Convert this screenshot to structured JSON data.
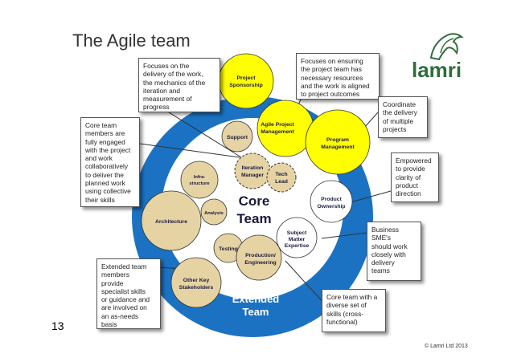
{
  "title": "The Agile team",
  "slide_number": "13",
  "copyright": "© Lamri Ltd 2013",
  "logo": {
    "text": "lamri",
    "icon": "horse-head-icon"
  },
  "colors": {
    "ring_blue": "#1b72c2",
    "nodes_tan": "#e6d3a3",
    "nodes_yellow": "#ffff00",
    "line": "#333333"
  },
  "diagram": {
    "core_label_1": "Core",
    "core_label_2": "Team",
    "extended_label_1": "Extended",
    "extended_label_2": "Team",
    "nodes": {
      "project_sponsorship": [
        "Project",
        "Sponsorship"
      ],
      "agile_project_management": [
        "Agile Project",
        "Management"
      ],
      "program_management": [
        "Program",
        "Management"
      ],
      "support": [
        "Support"
      ],
      "iteration_manager": [
        "Iteration",
        "Manager"
      ],
      "tech_lead": [
        "Tech",
        "Lead"
      ],
      "infrastructure": [
        "Infra-",
        "structure"
      ],
      "product_ownership": [
        "Product",
        "Ownership"
      ],
      "architecture": [
        "Architecture"
      ],
      "analysis": [
        "Analysis"
      ],
      "subject_matter_expertise": [
        "Subject",
        "Matter",
        "Expertise"
      ],
      "testing": [
        "Testing"
      ],
      "production_engineering": [
        "Production/",
        "Engineering"
      ],
      "other_key_stakeholders": [
        "Other Key",
        "Stakeholders"
      ]
    }
  },
  "callouts": {
    "delivery": "Focuses on the\ndelivery of the work,\nthe mechanics of the\niteration and\nmeasurement of\nprogress",
    "resources": "Focuses on ensuring\nthe project team has\nnecessary resources\nand the work is aligned\nto project outcomes",
    "coordinate": "Coordinate\nthe delivery\nof multiple\nprojects",
    "core_team": "Core team\nmembers are\nfully engaged\nwith the project\nand work\ncollaboratively\nto deliver the\nplanned work\nusing collective\ntheir skills",
    "empowered": "Empowered\nto provide\nclarity of\nproduct\ndirection",
    "business_sme": "Business\nSME's\nshould work\nclosely with\ndelivery\nteams",
    "extended_team": "Extended team\nmembers\nprovide\nspecialist skills\nor guidance and\nare involved on\nan as-needs\nbasis",
    "cross_functional": "Core team with a\ndiverse set of\nskills (cross-\nfunctional)"
  }
}
